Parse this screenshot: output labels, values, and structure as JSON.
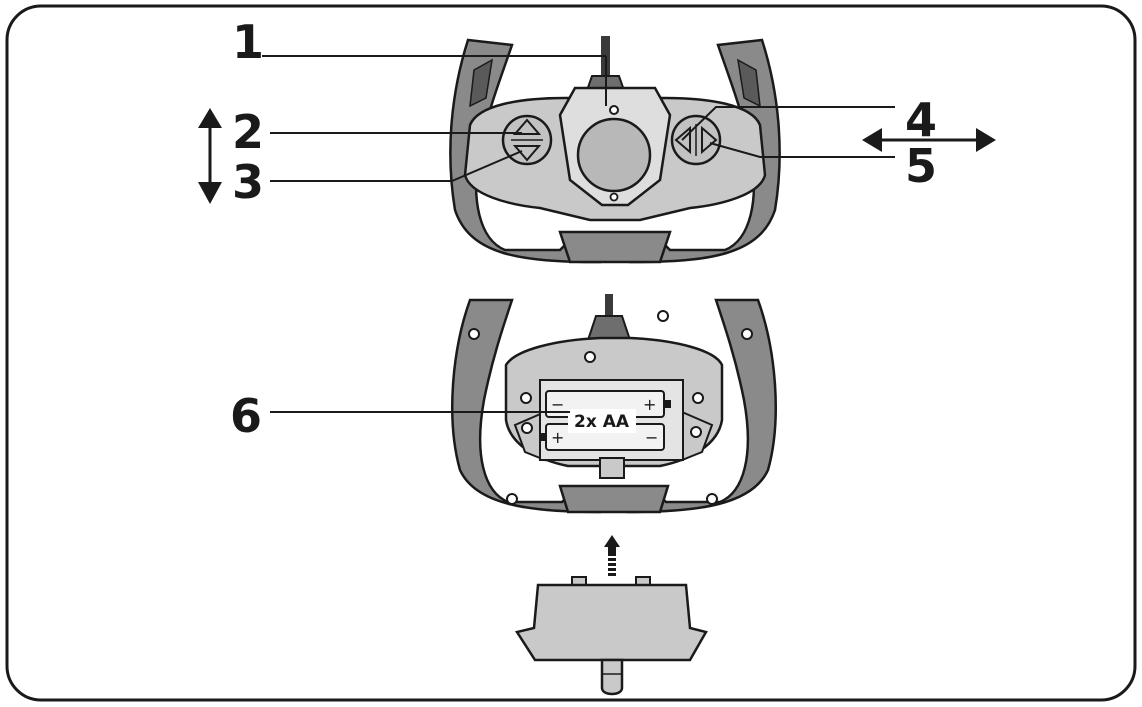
{
  "callouts": {
    "c1": "1",
    "c2": "2",
    "c3": "3",
    "c4": "4",
    "c5": "5",
    "c6": "6"
  },
  "battery": {
    "label": "2x AA",
    "plus": "+",
    "minus": "−"
  },
  "colors": {
    "outline": "#1a1a1a",
    "grip_dark": "#8a8a8a",
    "body_light": "#c9c9c9",
    "panel_light": "#dedede",
    "frame": "#1a1a1a"
  }
}
